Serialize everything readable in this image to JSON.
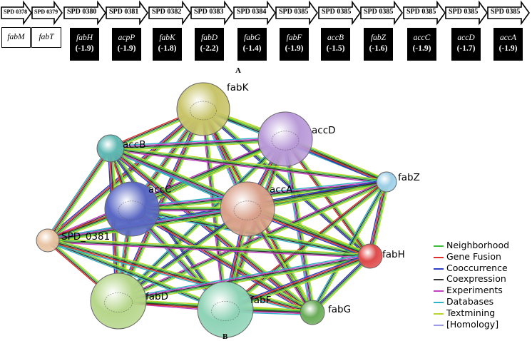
{
  "panel_a": {
    "label": "A",
    "genes": [
      {
        "id": "SPD 0378",
        "name": "fabM",
        "fold": ""
      },
      {
        "id": "SPD 0379",
        "name": "fabT",
        "fold": ""
      },
      {
        "id": "SPD 0380",
        "name": "fabH",
        "fold": "(-1.9)"
      },
      {
        "id": "SPD 0381",
        "name": "acpP",
        "fold": "(-1.9)"
      },
      {
        "id": "SPD 0382",
        "name": "fabK",
        "fold": "(-1.8)"
      },
      {
        "id": "SPD 0383",
        "name": "fabD",
        "fold": "(-2.2)"
      },
      {
        "id": "SPD 0384",
        "name": "fabG",
        "fold": "(-1.4)"
      },
      {
        "id": "SPD 0385",
        "name": "fabF",
        "fold": "(-1.9)"
      },
      {
        "id": "SPD 0385",
        "name": "accB",
        "fold": "(-1.5)"
      },
      {
        "id": "SPD 0385",
        "name": "fabZ",
        "fold": "(-1.6)"
      },
      {
        "id": "SPD 0385",
        "name": "accC",
        "fold": "(-1.9)"
      },
      {
        "id": "SPD 0385",
        "name": "accD",
        "fold": "(-1.7)"
      },
      {
        "id": "SPD 0385",
        "name": "accA",
        "fold": "(-1.9)"
      }
    ]
  },
  "panel_b": {
    "label": "B",
    "nodes": [
      {
        "name": "fabK",
        "color": "#c8c46a"
      },
      {
        "name": "accD",
        "color": "#b99ad8"
      },
      {
        "name": "accB",
        "color": "#5fb8b3"
      },
      {
        "name": "fabZ",
        "color": "#9fd0e8"
      },
      {
        "name": "accC",
        "color": "#5a68c4"
      },
      {
        "name": "accA",
        "color": "#d9a08a"
      },
      {
        "name": "SPD_0381",
        "color": "#e8c4a4"
      },
      {
        "name": "fabH",
        "color": "#e04b4b"
      },
      {
        "name": "fabD",
        "color": "#b6d68a"
      },
      {
        "name": "fabF",
        "color": "#8ed3b6"
      },
      {
        "name": "fabG",
        "color": "#6aac58"
      }
    ],
    "legend": [
      {
        "label": "Neighborhood",
        "color": "#3dbf3d"
      },
      {
        "label": "Gene Fusion",
        "color": "#e0302c"
      },
      {
        "label": "Cooccurrence",
        "color": "#2f3fc4"
      },
      {
        "label": "Coexpression",
        "color": "#333333"
      },
      {
        "label": "Experiments",
        "color": "#c43fc4"
      },
      {
        "label": "Databases",
        "color": "#2fb3c8"
      },
      {
        "label": "Textmining",
        "color": "#b7d630"
      },
      {
        "label": "[Homology]",
        "color": "#9a9ae6"
      }
    ]
  }
}
